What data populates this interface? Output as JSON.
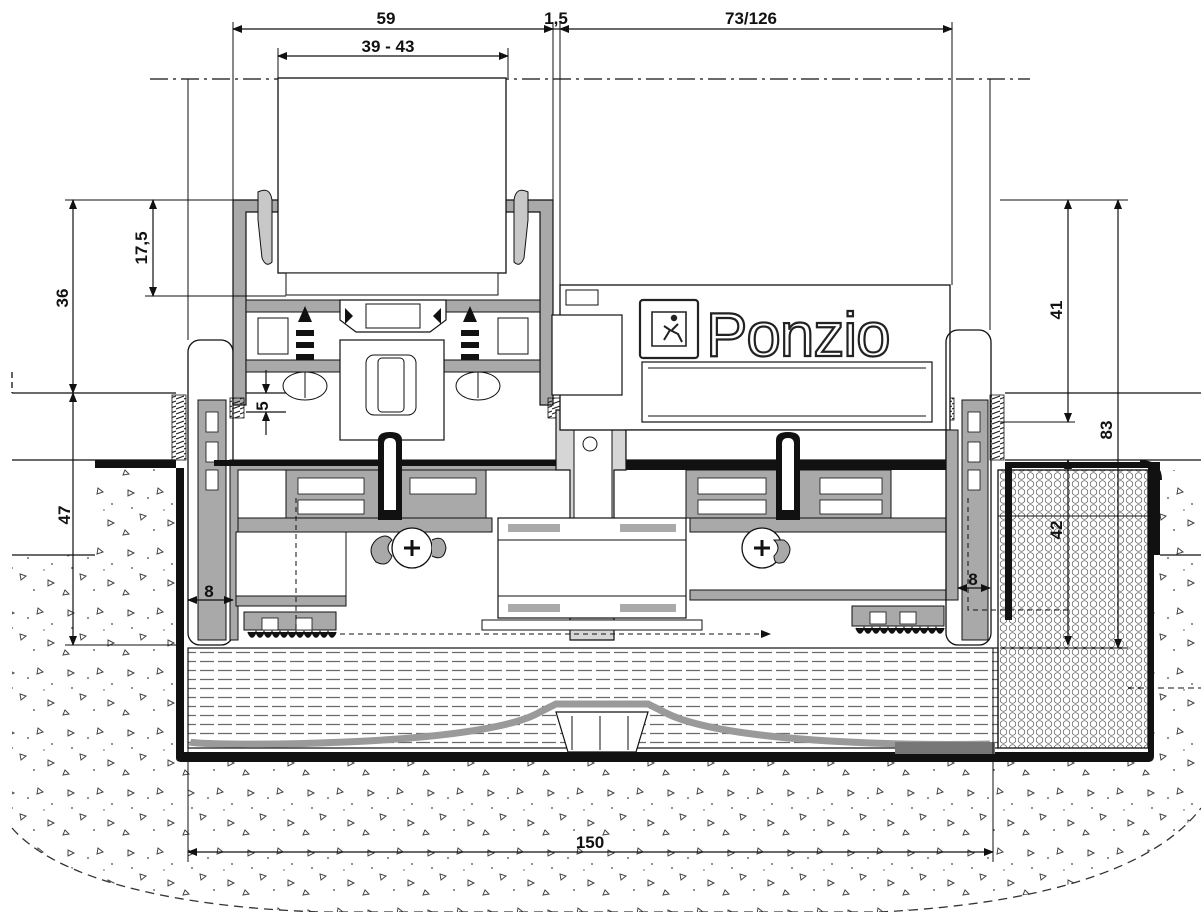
{
  "drawing": {
    "brand": "Ponzio",
    "dimensions": {
      "top_59": "59",
      "top_1_5": "1,5",
      "top_73_126": "73/126",
      "top_39_43": "39 - 43",
      "left_17_5": "17,5",
      "left_36": "36",
      "left_5": "5",
      "left_47": "47",
      "left_8": "8",
      "right_41": "41",
      "right_83": "83",
      "right_42": "42",
      "right_8": "8",
      "bottom_150": "150"
    },
    "colors": {
      "line": "#111111",
      "profile_fill": "#a9a9a9",
      "profile_light": "#d6d6d6",
      "gasket": "#222222",
      "insulation_lines": "#6a6a6a",
      "concrete_bg": "#ffffff"
    },
    "icons": [
      "emergency-exit-icon"
    ]
  }
}
